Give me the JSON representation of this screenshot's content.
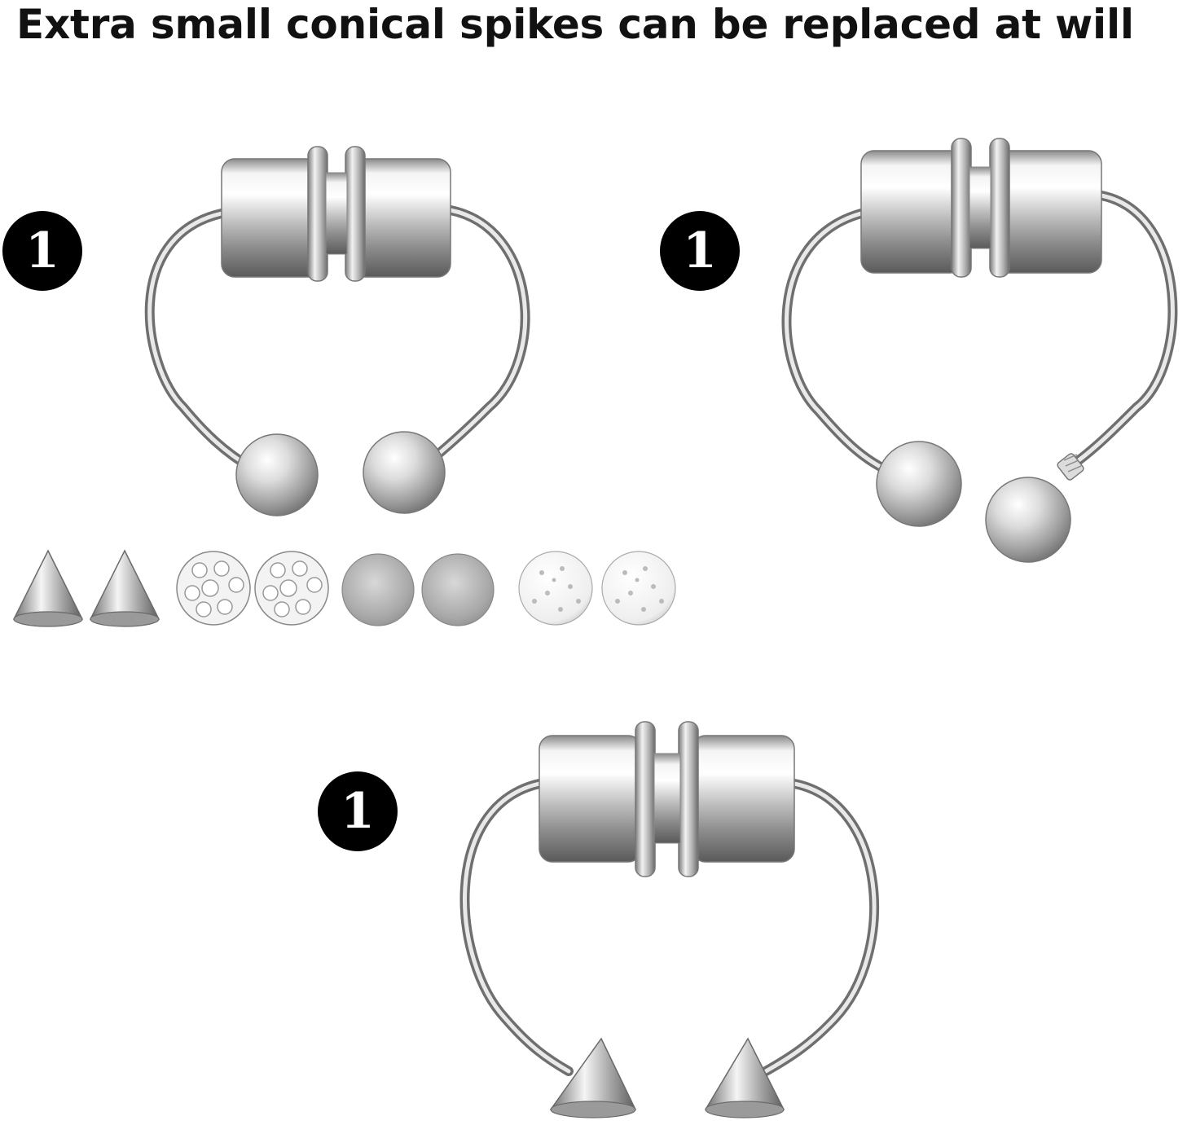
{
  "headline": "Extra small conical spikes can be replaced at will",
  "badges": [
    {
      "label": "1"
    },
    {
      "label": "1"
    },
    {
      "label": "1"
    }
  ],
  "products": [
    {
      "name": "magnetic-ring-ball-ends"
    },
    {
      "name": "magnetic-ring-ball-detached"
    },
    {
      "name": "magnetic-ring-spike-ends"
    }
  ],
  "accessories": [
    {
      "name": "cone-spike"
    },
    {
      "name": "cone-spike"
    },
    {
      "name": "crystal-ball"
    },
    {
      "name": "crystal-ball"
    },
    {
      "name": "frosted-ball"
    },
    {
      "name": "frosted-ball"
    },
    {
      "name": "glitter-ball"
    },
    {
      "name": "glitter-ball"
    }
  ],
  "colors": {
    "background": "#ffffff",
    "text": "#111111",
    "badge": "#000000",
    "metal": "#c8c8c8"
  }
}
